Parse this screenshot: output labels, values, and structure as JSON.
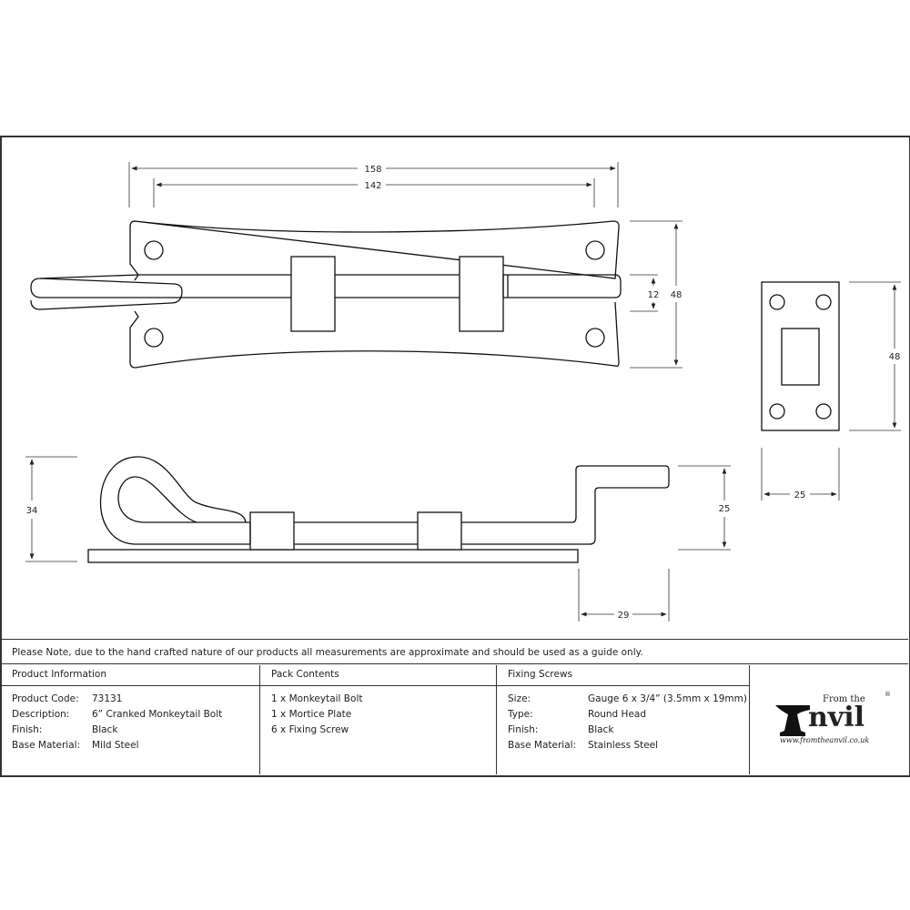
{
  "drawing": {
    "top_view": {
      "dim_overall_length": "158",
      "dim_hole_centres": "142",
      "dim_bolt_width": "12",
      "dim_plate_height": "48"
    },
    "mortice_plate": {
      "dim_height": "48",
      "dim_width": "25"
    },
    "side_view": {
      "dim_overall_height": "34",
      "dim_crank_height": "25",
      "dim_crank_offset": "29"
    }
  },
  "note": "Please Note, due to the hand crafted nature of our products all measurements are approximate and should be used as a guide only.",
  "product_information": {
    "heading": "Product Information",
    "rows": [
      {
        "label": "Product Code:",
        "value": "73131"
      },
      {
        "label": "Description:",
        "value": "6” Cranked Monkeytail Bolt"
      },
      {
        "label": "Finish:",
        "value": "Black"
      },
      {
        "label": "Base Material:",
        "value": "Mild Steel"
      }
    ]
  },
  "pack_contents": {
    "heading": "Pack Contents",
    "items": [
      "1 x Monkeytail Bolt",
      "1 x Mortice Plate",
      "6 x Fixing Screw"
    ]
  },
  "fixing_screws": {
    "heading": "Fixing Screws",
    "rows": [
      {
        "label": "Size:",
        "value": "Gauge 6 x 3/4” (3.5mm x 19mm)"
      },
      {
        "label": "Type:",
        "value": "Round Head"
      },
      {
        "label": "Finish:",
        "value": "Black"
      },
      {
        "label": "Base Material:",
        "value": "Stainless Steel"
      }
    ]
  },
  "logo": {
    "from_the": "From the",
    "brand": "Anvil",
    "registered": "®",
    "url": "www.fromtheanvil.co.uk"
  }
}
